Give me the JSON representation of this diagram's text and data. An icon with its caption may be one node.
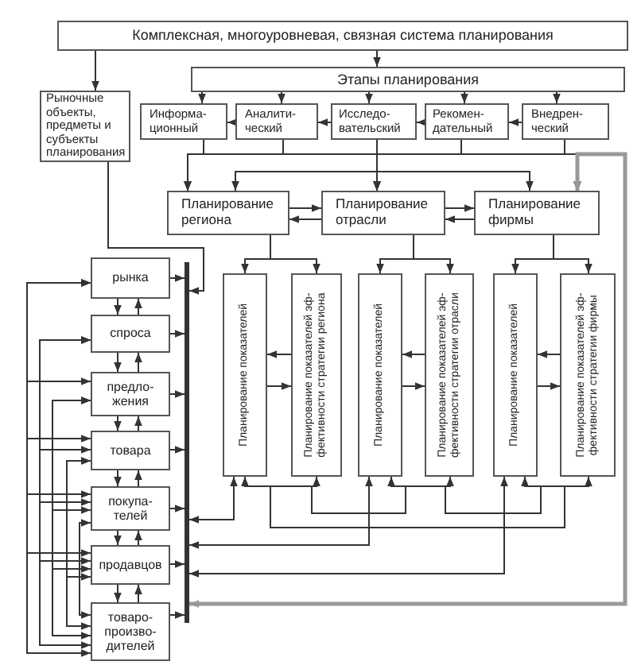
{
  "diagram": {
    "nodes": [
      {
        "text": [
          "Комплексная, многоуровневая, связная система планирования"
        ]
      },
      {
        "text": [
          "Этапы планирования"
        ]
      },
      {
        "text": [
          "Рыночные объекты, предметы и субъекты планирования"
        ]
      },
      {
        "text": [
          "Информа-ционный"
        ]
      },
      {
        "text": [
          "Аналити-ческий"
        ]
      },
      {
        "text": [
          "Исследо-вательский"
        ]
      },
      {
        "text": [
          "Рекомен-дательный"
        ]
      },
      {
        "text": [
          "Внедрен-ческий"
        ]
      },
      {
        "text": [
          "Планирование региона"
        ]
      },
      {
        "text": [
          "Планирование отрасли"
        ]
      },
      {
        "text": [
          "Планирование фирмы"
        ]
      },
      {
        "text": [
          "Планирование показателей"
        ]
      },
      {
        "text": [
          "Планирование показателей эф-фективности стратегии региона"
        ]
      },
      {
        "text": [
          "Планирование показателей"
        ]
      },
      {
        "text": [
          "Планирование показателей эф-фективности стратегии отрасли"
        ]
      },
      {
        "text": [
          "Планирование показателей"
        ]
      },
      {
        "text": [
          "Планирование показателей эф-фективности стратегии фирмы"
        ]
      },
      {
        "text": [
          "рынка"
        ]
      },
      {
        "text": [
          "спроса"
        ]
      },
      {
        "text": [
          "предло-жения"
        ]
      },
      {
        "text": [
          "товара"
        ]
      },
      {
        "text": [
          "покупа-телей"
        ]
      },
      {
        "text": [
          "продавцов"
        ]
      },
      {
        "text": [
          "товаро-произво-дителей"
        ]
      },
      {
        "text": [],
        "shape": "bar"
      }
    ],
    "edges": [
      {
        "from": 0,
        "to": 1,
        "arrow": "to"
      },
      {
        "from": 0,
        "to": 2,
        "arrow": "to"
      },
      {
        "from": 1,
        "to": 3,
        "arrow": "to"
      },
      {
        "from": 1,
        "to": 4,
        "arrow": "to"
      },
      {
        "from": 1,
        "to": 5,
        "arrow": "to"
      },
      {
        "from": 1,
        "to": 6,
        "arrow": "to"
      },
      {
        "from": 1,
        "to": 7,
        "arrow": "to"
      },
      {
        "from": 4,
        "to": 3,
        "arrow": "to"
      },
      {
        "from": 5,
        "to": 4,
        "arrow": "to"
      },
      {
        "from": 6,
        "to": 5,
        "arrow": "to"
      },
      {
        "from": 7,
        "to": 6,
        "arrow": "to"
      },
      {
        "from": 3,
        "to": 8,
        "arrow": "to"
      },
      {
        "from": 3,
        "to": 9,
        "arrow": "to"
      },
      {
        "from": 3,
        "to": 10,
        "arrow": "to"
      },
      {
        "from": 4,
        "to": 8,
        "arrow": "to"
      },
      {
        "from": 4,
        "to": 9,
        "arrow": "to"
      },
      {
        "from": 4,
        "to": 10,
        "arrow": "to"
      },
      {
        "from": 5,
        "to": 8,
        "arrow": "to"
      },
      {
        "from": 5,
        "to": 9,
        "arrow": "to"
      },
      {
        "from": 5,
        "to": 10,
        "arrow": "to"
      },
      {
        "from": 6,
        "to": 8,
        "arrow": "to"
      },
      {
        "from": 6,
        "to": 9,
        "arrow": "to"
      },
      {
        "from": 6,
        "to": 10,
        "arrow": "to"
      },
      {
        "from": 7,
        "to": 8,
        "arrow": "to"
      },
      {
        "from": 7,
        "to": 9,
        "arrow": "to"
      },
      {
        "from": 7,
        "to": 10,
        "arrow": "to"
      },
      {
        "from": 8,
        "to": 9,
        "arrow": "to"
      },
      {
        "from": 9,
        "to": 8,
        "arrow": "to"
      },
      {
        "from": 9,
        "to": 10,
        "arrow": "to"
      },
      {
        "from": 10,
        "to": 9,
        "arrow": "to"
      },
      {
        "from": 8,
        "to": 11,
        "arrow": "to"
      },
      {
        "from": 8,
        "to": 12,
        "arrow": "to"
      },
      {
        "from": 9,
        "to": 13,
        "arrow": "to"
      },
      {
        "from": 9,
        "to": 14,
        "arrow": "to"
      },
      {
        "from": 10,
        "to": 15,
        "arrow": "to"
      },
      {
        "from": 10,
        "to": 16,
        "arrow": "to"
      },
      {
        "from": 12,
        "to": 11,
        "arrow": "to"
      },
      {
        "from": 11,
        "to": 12,
        "arrow": "to"
      },
      {
        "from": 14,
        "to": 13,
        "arrow": "to"
      },
      {
        "from": 13,
        "to": 14,
        "arrow": "to"
      },
      {
        "from": 16,
        "to": 15,
        "arrow": "to"
      },
      {
        "from": 15,
        "to": 16,
        "arrow": "to"
      },
      {
        "from": 11,
        "to": 16,
        "arrow": "both"
      },
      {
        "from": 12,
        "to": 13,
        "arrow": "both"
      },
      {
        "from": 14,
        "to": 15,
        "arrow": "both"
      },
      {
        "from": 2,
        "to": 24,
        "arrow": "to"
      },
      {
        "from": 24,
        "to": 11,
        "arrow": "both"
      },
      {
        "from": 24,
        "to": 13,
        "arrow": "both"
      },
      {
        "from": 24,
        "to": 15,
        "arrow": "both"
      },
      {
        "from": 24,
        "to": 10,
        "arrow": "both",
        "style": "thick",
        "color": "#999999"
      },
      {
        "from": 17,
        "to": 24,
        "arrow": "to"
      },
      {
        "from": 18,
        "to": 24,
        "arrow": "to"
      },
      {
        "from": 19,
        "to": 24,
        "arrow": "to"
      },
      {
        "from": 20,
        "to": 24,
        "arrow": "to"
      },
      {
        "from": 21,
        "to": 24,
        "arrow": "to"
      },
      {
        "from": 22,
        "to": 24,
        "arrow": "to"
      },
      {
        "from": 23,
        "to": 24,
        "arrow": "to"
      },
      {
        "from": 17,
        "to": 18,
        "arrow": "to"
      },
      {
        "from": 18,
        "to": 17,
        "arrow": "to"
      },
      {
        "from": 18,
        "to": 19,
        "arrow": "to"
      },
      {
        "from": 19,
        "to": 18,
        "arrow": "to"
      },
      {
        "from": 19,
        "to": 20,
        "arrow": "to"
      },
      {
        "from": 20,
        "to": 19,
        "arrow": "to"
      },
      {
        "from": 20,
        "to": 21,
        "arrow": "to"
      },
      {
        "from": 21,
        "to": 20,
        "arrow": "to"
      },
      {
        "from": 21,
        "to": 22,
        "arrow": "to"
      },
      {
        "from": 22,
        "to": 21,
        "arrow": "to"
      },
      {
        "from": 22,
        "to": 23,
        "arrow": "to"
      },
      {
        "from": 23,
        "to": 22,
        "arrow": "to"
      },
      {
        "from": 17,
        "to": 19,
        "arrow": "both"
      },
      {
        "from": 17,
        "to": 20,
        "arrow": "both"
      },
      {
        "from": 17,
        "to": 21,
        "arrow": "both"
      },
      {
        "from": 17,
        "to": 22,
        "arrow": "both"
      },
      {
        "from": 17,
        "to": 23,
        "arrow": "both"
      },
      {
        "from": 18,
        "to": 20,
        "arrow": "both"
      },
      {
        "from": 18,
        "to": 21,
        "arrow": "both"
      },
      {
        "from": 18,
        "to": 22,
        "arrow": "both"
      },
      {
        "from": 18,
        "to": 23,
        "arrow": "both"
      },
      {
        "from": 19,
        "to": 21,
        "arrow": "both"
      },
      {
        "from": 19,
        "to": 22,
        "arrow": "both"
      },
      {
        "from": 19,
        "to": 23,
        "arrow": "both"
      },
      {
        "from": 20,
        "to": 22,
        "arrow": "both"
      },
      {
        "from": 20,
        "to": 23,
        "arrow": "both"
      },
      {
        "from": 21,
        "to": 23,
        "arrow": "both"
      }
    ]
  }
}
